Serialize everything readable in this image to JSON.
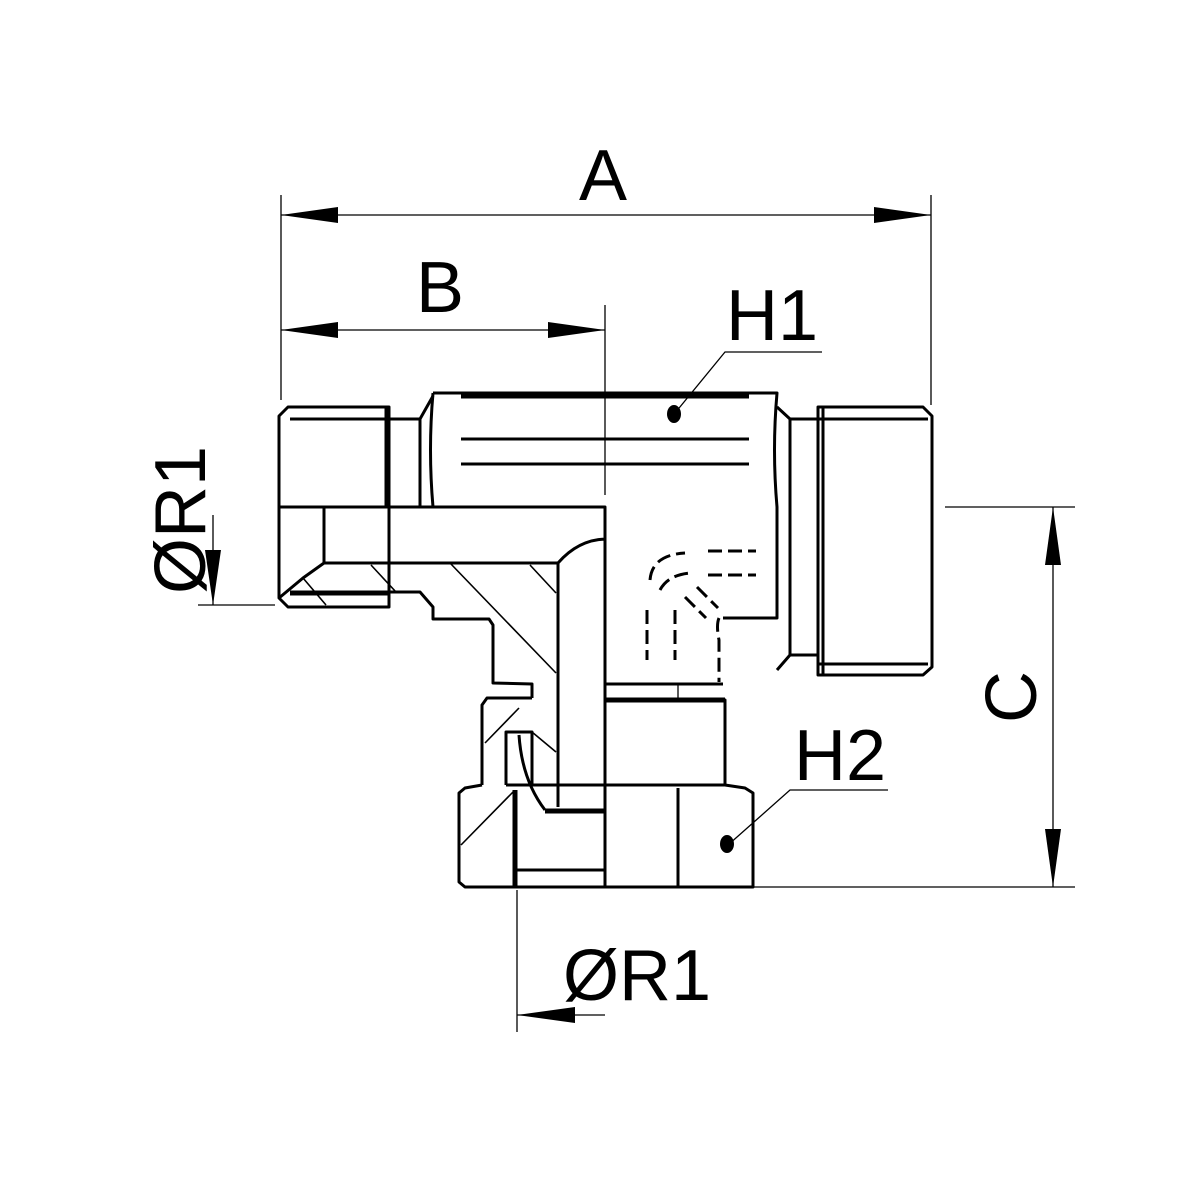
{
  "drawing": {
    "title": "Swivel branch tee fitting dimension drawing",
    "labels": {
      "overall_length": "A",
      "center_length": "B",
      "height": "C",
      "hex1": "H1",
      "hex2": "H2",
      "thread_side": "ØR1",
      "thread_bottom": "ØR1"
    },
    "colors": {
      "line": "#000000",
      "background": "#ffffff"
    }
  }
}
